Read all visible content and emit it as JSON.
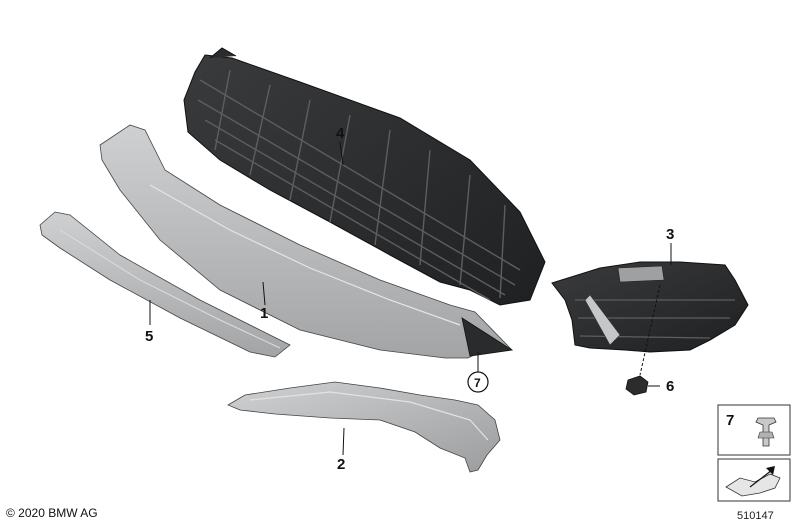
{
  "diagram": {
    "callouts": {
      "part_1": "1",
      "part_2": "2",
      "part_3": "3",
      "part_4": "4",
      "part_5": "5",
      "part_6": "6",
      "part_7": "7"
    },
    "legend": {
      "clip_number": "7"
    },
    "copyright": "© 2020 BMW AG",
    "diagram_id": "510147"
  },
  "colors": {
    "silver_trim": "#b4b5b6",
    "dark_grille": "#2b2c2e",
    "outline": "#1a1a1a"
  }
}
